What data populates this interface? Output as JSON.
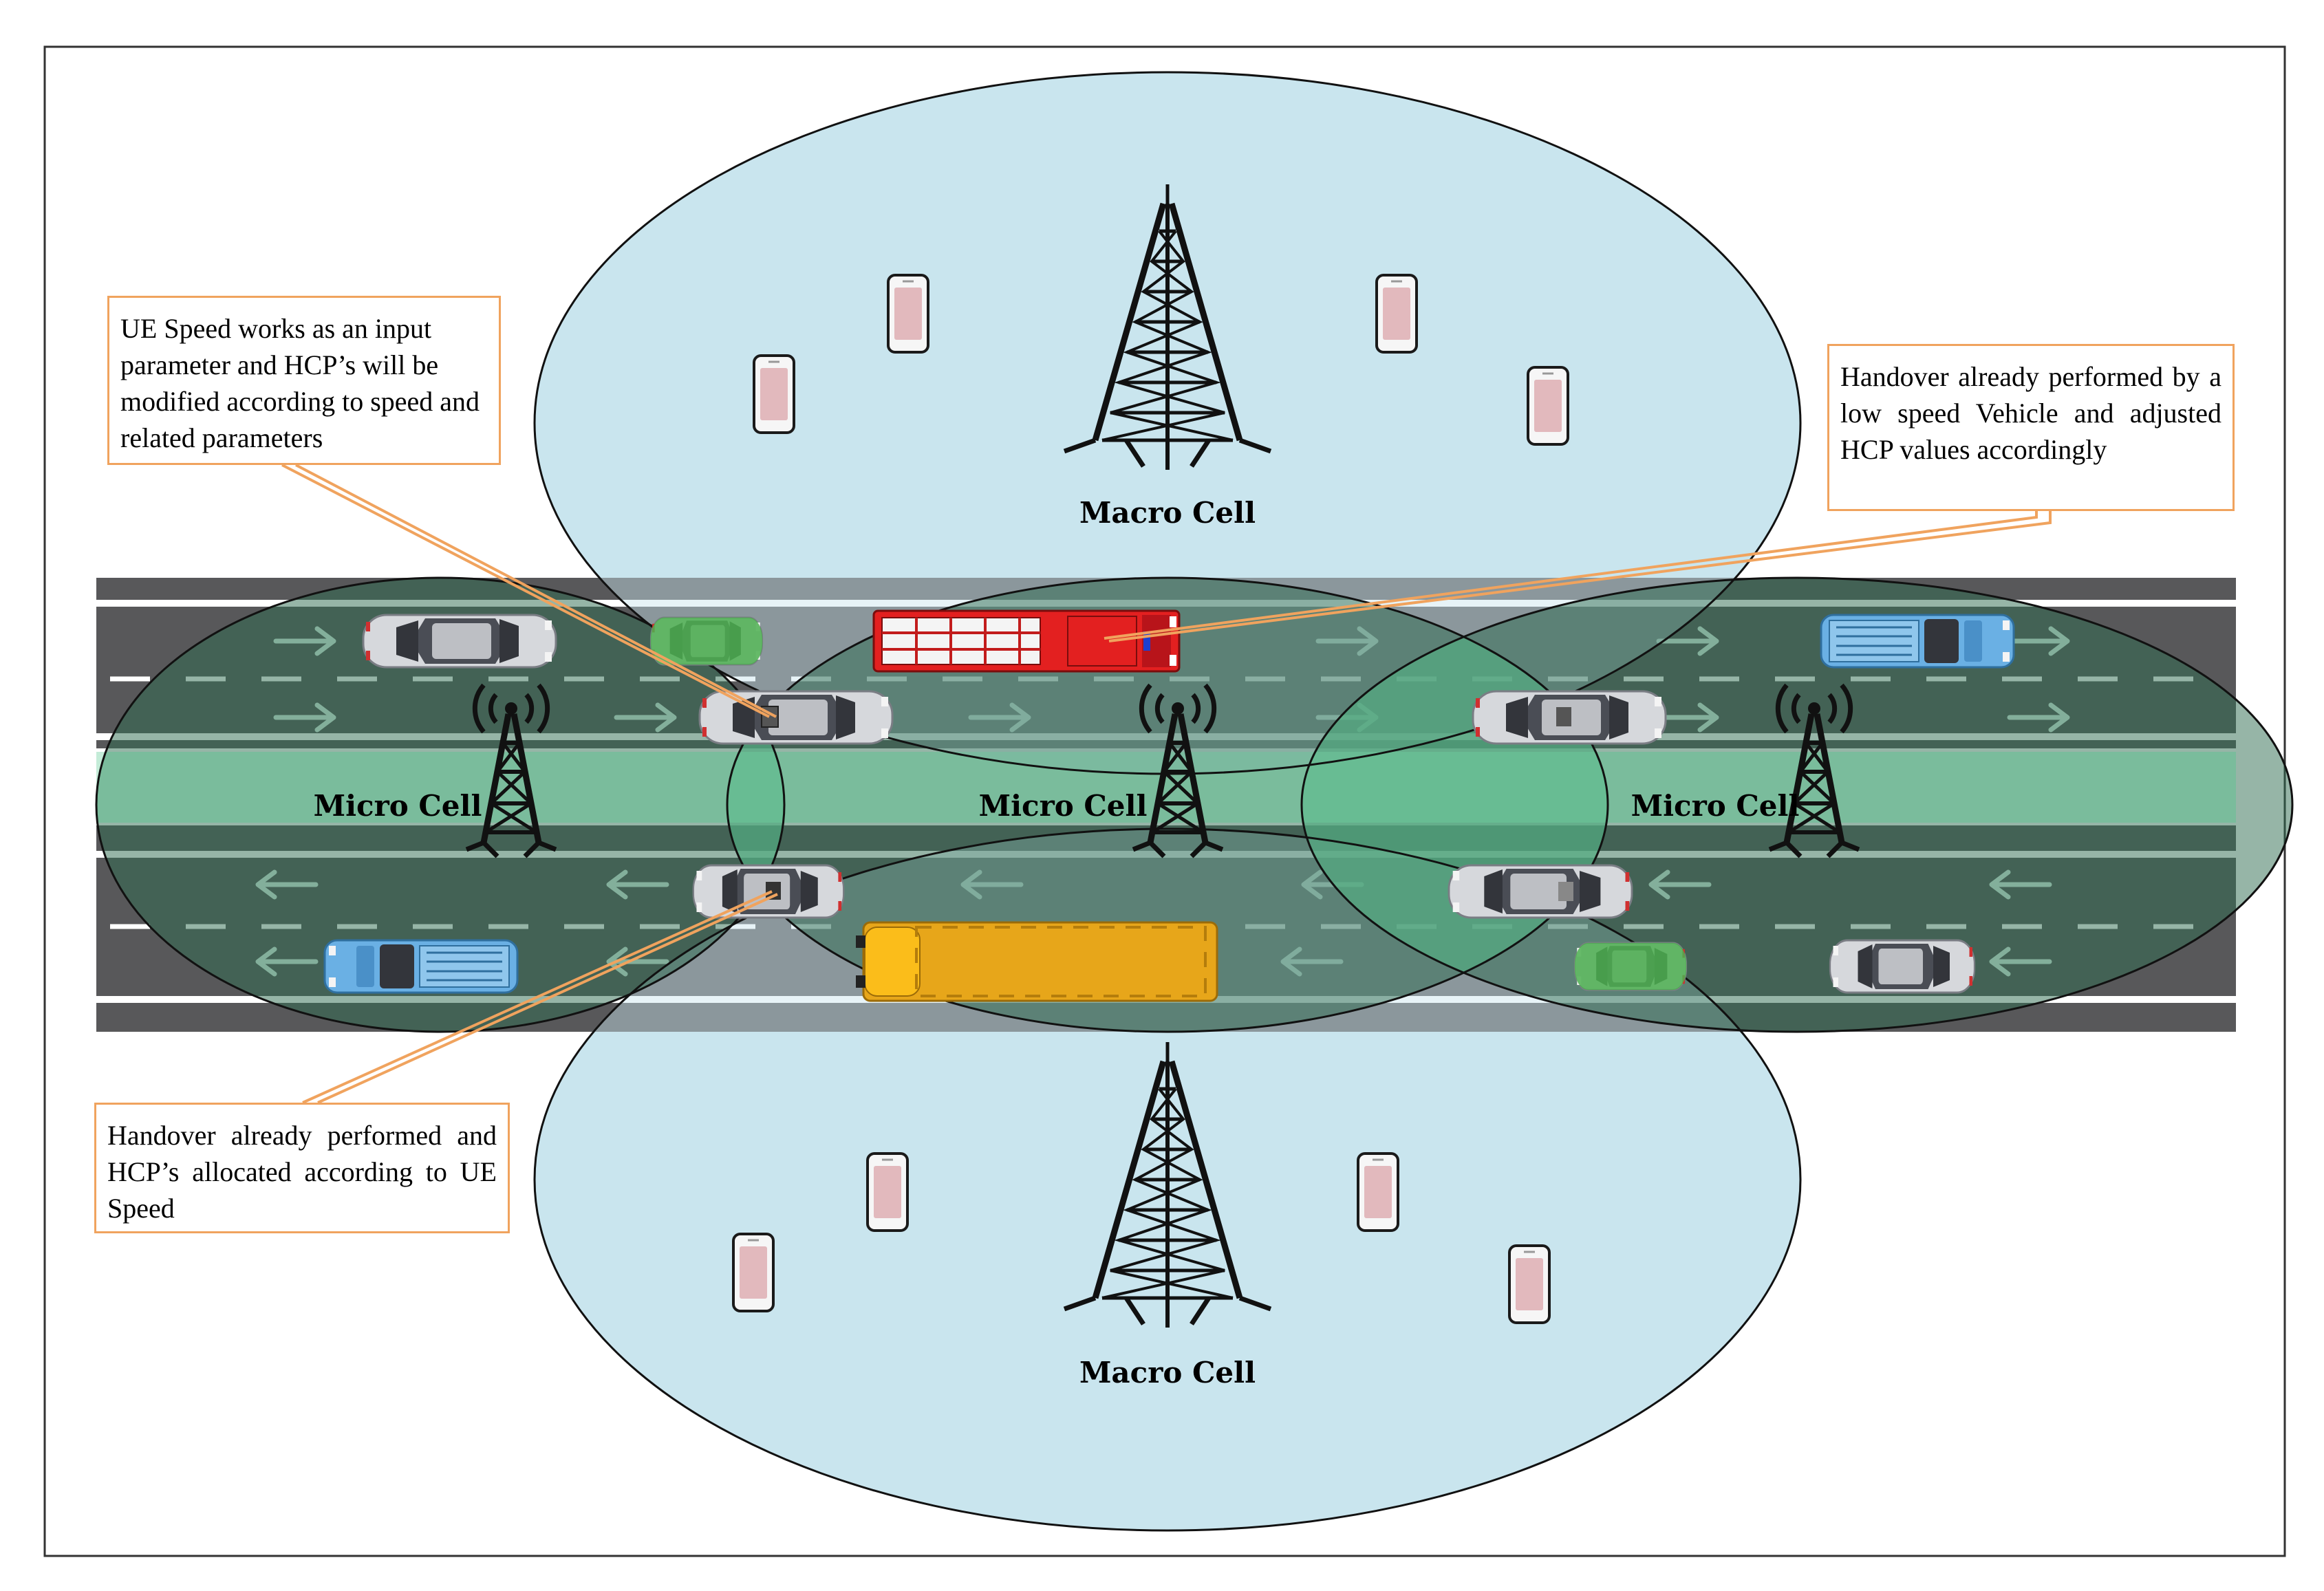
{
  "labels": {
    "macro_top": "Macro Cell",
    "macro_bottom": "Macro Cell",
    "micro_left": "Micro Cell",
    "micro_center": "Micro Cell",
    "micro_right": "Micro Cell"
  },
  "callouts": {
    "ue_speed": "UE Speed works as an input parameter and HCP’s will be modified according to speed and related parameters",
    "low_speed": "Handover already performed by a low speed Vehicle and adjusted HCP values accordingly",
    "hcp_allocated": "Handover already performed and HCP’s allocated according to UE Speed"
  },
  "colors": {
    "macro_cell": "#c9e5ee",
    "micro_cell": "#2e6b4f",
    "median": "#c4ecd8",
    "road": "#58585a",
    "callout_border": "#f0a35e"
  },
  "icons": [
    "tower-icon",
    "smartphone-icon",
    "car-icon",
    "pickup-truck-icon",
    "fire-truck-icon",
    "school-bus-icon",
    "lane-arrow-icon"
  ]
}
